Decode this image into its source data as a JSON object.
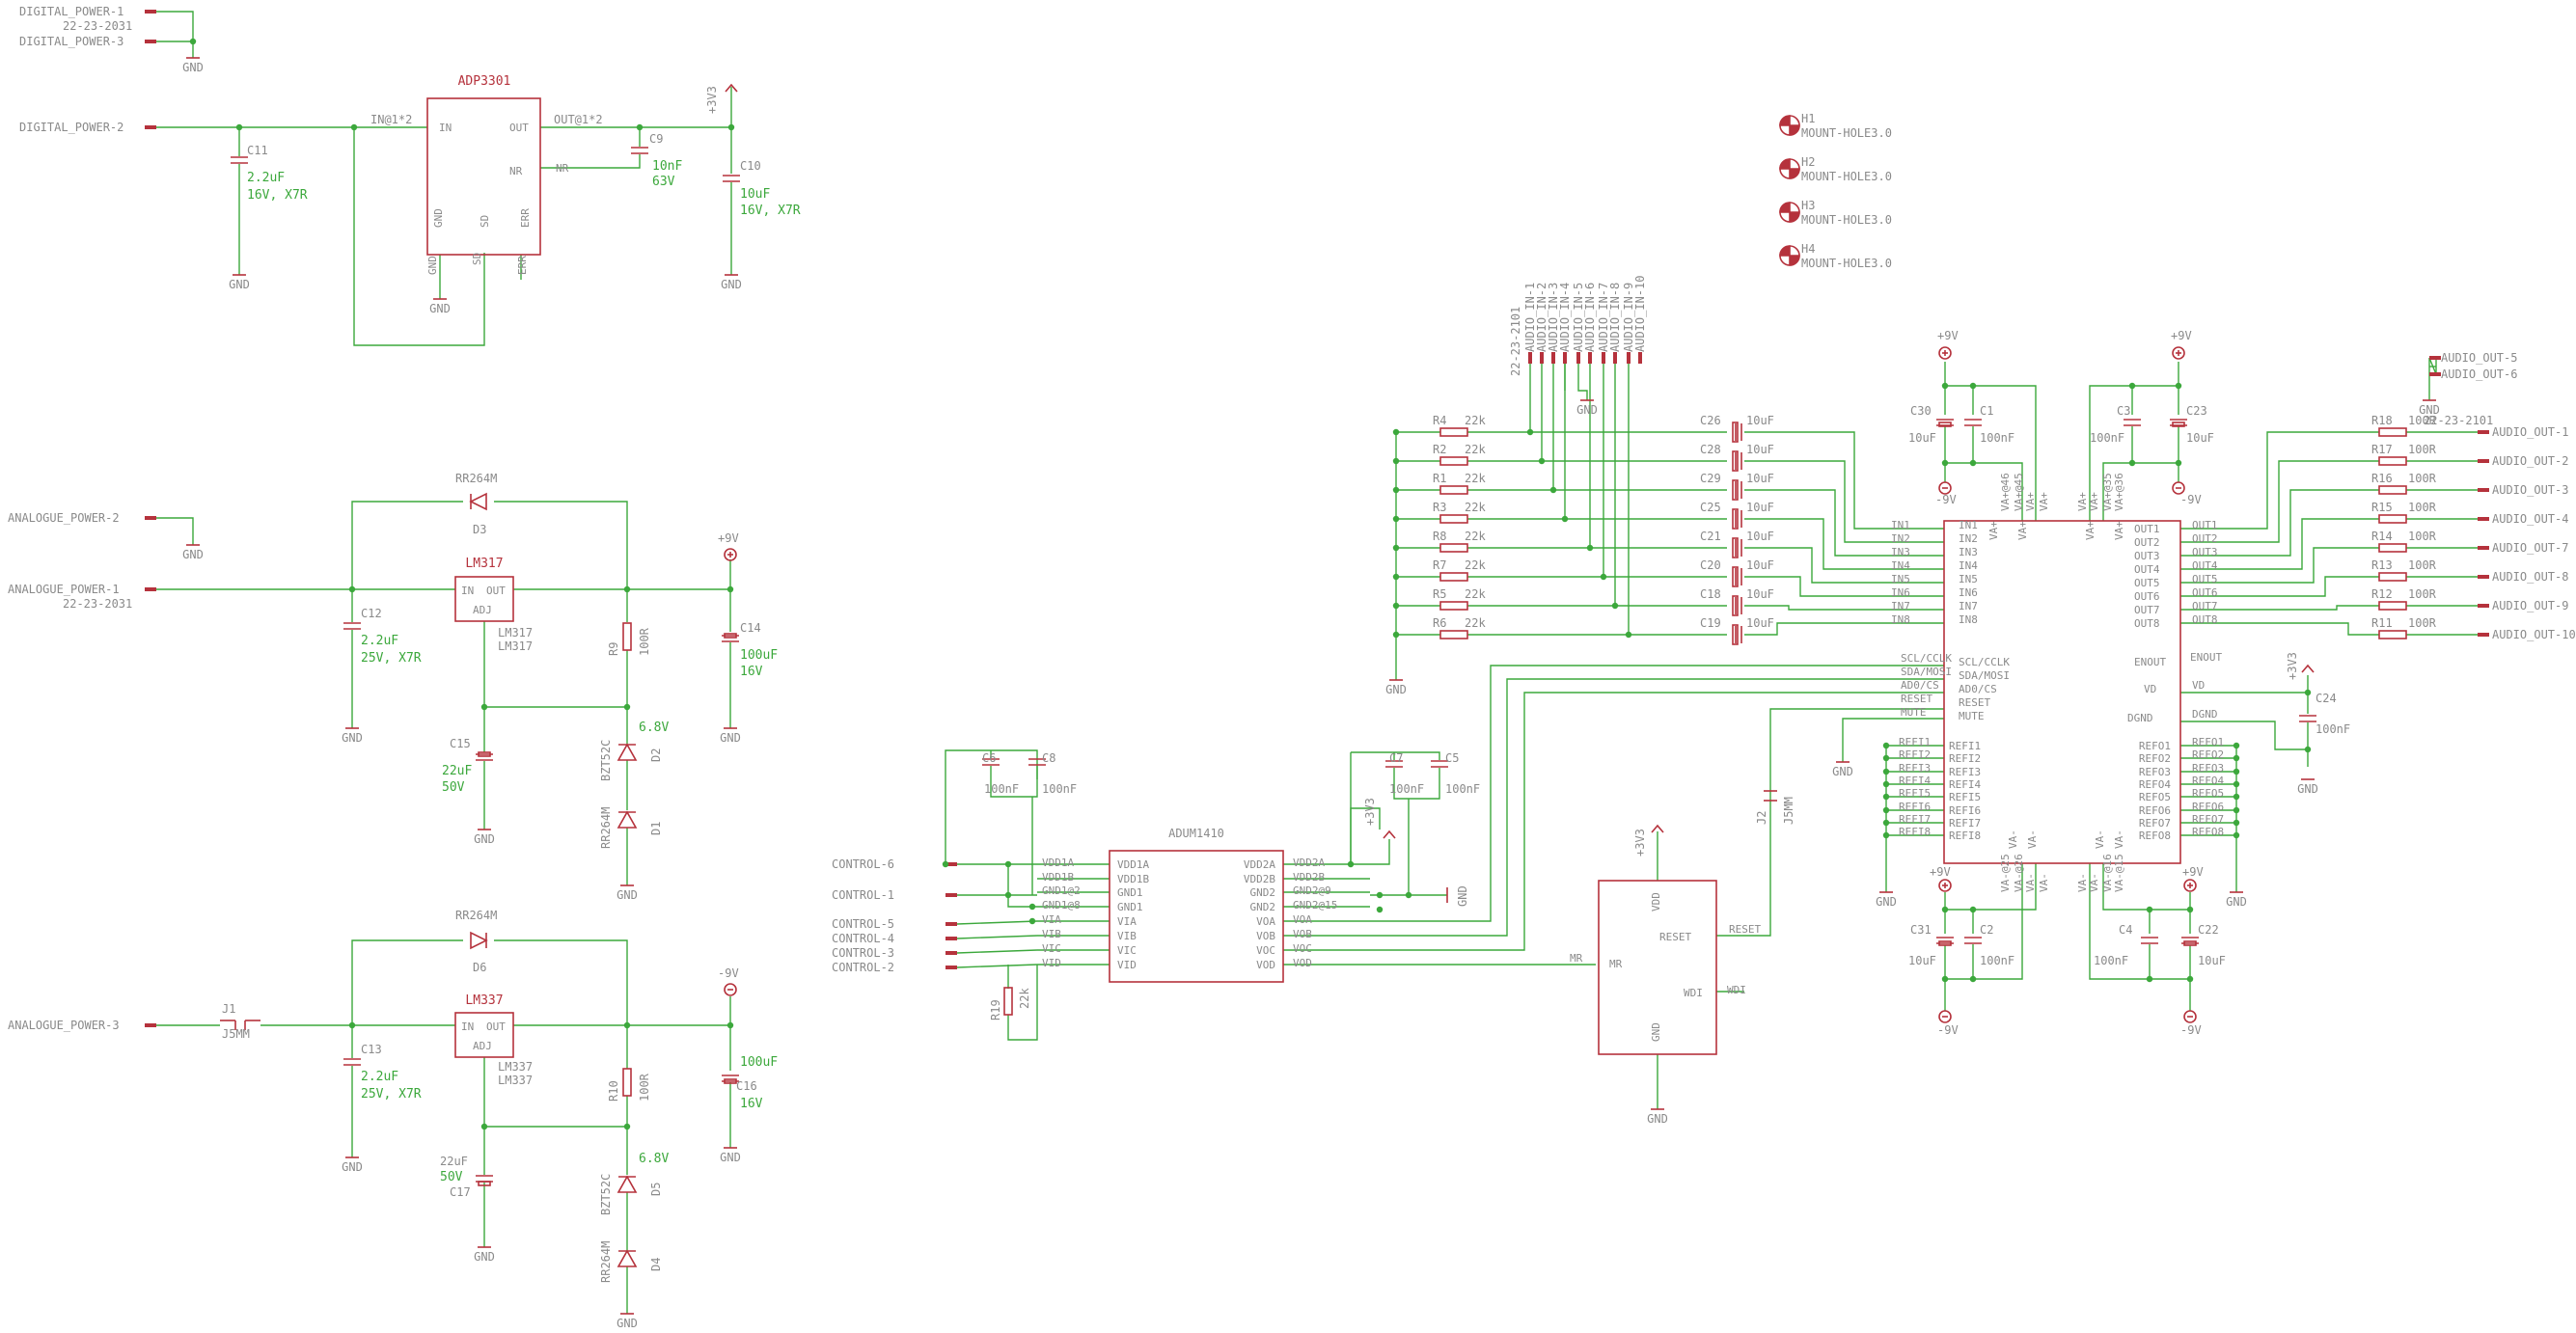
{
  "title": "",
  "top": {
    "dp1": "DIGITAL_POWER-1",
    "dp3": "DIGITAL_POWER-3",
    "dp2": "DIGITAL_POWER-2",
    "conn": "22-23-2031",
    "gnd": "GND"
  },
  "reg": {
    "name": "ADP3301",
    "in_net": "IN@1*2",
    "out_net": "OUT@1*2",
    "pins": [
      "IN",
      "OUT",
      "NR",
      "GND",
      "SD",
      "ERR"
    ],
    "bottom_pins": [
      "GND",
      "SD",
      "ERR"
    ],
    "rail": "+3V3"
  },
  "caps_top": [
    {
      "ref": "C11",
      "val": "2.2uF",
      "rating": "16V, X7R"
    },
    {
      "ref": "C9",
      "val": "10nF",
      "rating": "63V"
    },
    {
      "ref": "C10",
      "val": "10uF",
      "rating": "16V, X7R"
    }
  ],
  "analog": {
    "ap2": "ANALOGUE_POWER-2",
    "ap1": "ANALOGUE_POWER-1",
    "ap3": "ANALOGUE_POWER-3",
    "conn": "22-23-2031",
    "pos_rail": "+9V",
    "neg_rail": "-9V",
    "diode": "RR264M",
    "zener": "BZT52C",
    "zener_v": "6.8V",
    "lm317": "LM317",
    "lm337": "LM337",
    "reg_pins": [
      "IN",
      "OUT",
      "ADJ"
    ],
    "parts": {
      "d3": "D3",
      "d2": "D2",
      "d1": "D1",
      "d6": "D6",
      "d5": "D5",
      "d4": "D4",
      "r9": "R9",
      "r10": "R10",
      "r_val": "100R",
      "c12": "C12",
      "c13": "C13",
      "c12_val": "2.2uF",
      "c12_rating": "25V, X7R",
      "c14": "C14",
      "c16": "C16",
      "c14_val": "100uF",
      "c14_rating": "16V",
      "c15": "C15",
      "c17": "C17",
      "c15_val": "22uF",
      "c15_rating": "50V",
      "j1": "J1",
      "j1_val": "J5MM"
    }
  },
  "iso": {
    "name": "ADUM1410",
    "left_pins": [
      "VDD1A",
      "VDD1B",
      "GND1",
      "GND1",
      "VIA",
      "VIB",
      "VIC",
      "VID"
    ],
    "right_pins": [
      "VDD2A",
      "VDD2B",
      "GND2",
      "GND2",
      "VOA",
      "VOB",
      "VOC",
      "VOD"
    ],
    "left_nets": [
      "VDD1A",
      "VDD1B",
      "GND1@2",
      "GND1@8",
      "VIA",
      "VIB",
      "VIC",
      "VID"
    ],
    "right_nets": [
      "VDD2A",
      "VDD2B",
      "GND2@9",
      "GND2@15",
      "VOA",
      "VOB",
      "VOC",
      "VOD"
    ],
    "controls": [
      "CONTROL-6",
      "CONTROL-1",
      "CONTROL-5",
      "CONTROL-4",
      "CONTROL-3",
      "CONTROL-2"
    ],
    "c6": "C6",
    "c8": "C8",
    "c7": "C7",
    "c5": "C5",
    "cap_val": "100nF",
    "r19": "R19",
    "r19_val": "22k",
    "rail": "+3V3"
  },
  "wdt": {
    "pins": [
      "VDD",
      "RESET",
      "MR",
      "WDI",
      "GND"
    ],
    "rail": "+3V3",
    "j2": "J2",
    "j2_val": "J5MM"
  },
  "dac": {
    "in_pins": [
      "IN1",
      "IN2",
      "IN3",
      "IN4",
      "IN5",
      "IN6",
      "IN7",
      "IN8"
    ],
    "ctl_pins": [
      "SCL/CCLK",
      "SDA/MOSI",
      "AD0/CS",
      "RESET",
      "MUTE"
    ],
    "ref_pins": [
      "REFI1",
      "REFI2",
      "REFI3",
      "REFI4",
      "REFI5",
      "REFI6",
      "REFI7",
      "REFI8"
    ],
    "out_pins": [
      "OUT1",
      "OUT2",
      "OUT3",
      "OUT4",
      "OUT5",
      "OUT6",
      "OUT7",
      "OUT8"
    ],
    "misc_pins": [
      "ENOUT",
      "VD",
      "DGND"
    ],
    "refo_pins": [
      "REFO1",
      "REFO2",
      "REFO3",
      "REFO4",
      "REFO5",
      "REFO6",
      "REFO7",
      "REFO8"
    ],
    "supply_top": [
      "VA+@46",
      "VA+@45",
      "VA+",
      "VA+",
      "VA+",
      "VA+",
      "VA+@35",
      "VA+@36"
    ],
    "supply_bot": [
      "VA-@25",
      "VA-@26",
      "VA-",
      "VA-",
      "VA-",
      "VA-",
      "VA-@16",
      "VA-@15"
    ],
    "vd_net": "VD",
    "dgnd_net": "DGND",
    "enout_net": "ENOUT"
  },
  "inputs": {
    "conn": "22-23-2101",
    "labels": [
      "AUDIO_IN-1",
      "AUDIO_IN-2",
      "AUDIO_IN-3",
      "AUDIO_IN-4",
      "AUDIO_IN-5",
      "AUDIO_IN-6",
      "AUDIO_IN-7",
      "AUDIO_IN-8",
      "AUDIO_IN-9",
      "AUDIO_IN-10"
    ],
    "resistors": [
      "R4",
      "R2",
      "R1",
      "R3",
      "R8",
      "R7",
      "R5",
      "R6"
    ],
    "res_val": "22k",
    "caps": [
      "C26",
      "C28",
      "C29",
      "C25",
      "C21",
      "C20",
      "C18",
      "C19"
    ],
    "cap_val": "10uF"
  },
  "outputs": {
    "conn": "22-23-2101",
    "labels": [
      "AUDIO_OUT-1",
      "AUDIO_OUT-2",
      "AUDIO_OUT-3",
      "AUDIO_OUT-4",
      "AUDIO_OUT-7",
      "AUDIO_OUT-8",
      "AUDIO_OUT-9",
      "AUDIO_OUT-10"
    ],
    "gnd_labels": [
      "AUDIO_OUT-5",
      "AUDIO_OUT-6"
    ],
    "resistors": [
      "R18",
      "R17",
      "R16",
      "R15",
      "R14",
      "R13",
      "R12",
      "R11"
    ],
    "res_val": "100R"
  },
  "decoup": {
    "c30": "C30",
    "c1": "C1",
    "c3": "C3",
    "c23": "C23",
    "c31": "C31",
    "c2": "C2",
    "c4": "C4",
    "c22": "C22",
    "c24": "C24",
    "v10u": "10uF",
    "v100n": "100nF",
    "pos": "+9V",
    "neg": "-9V"
  },
  "holes": [
    {
      "ref": "H1",
      "val": "MOUNT-HOLE3.0"
    },
    {
      "ref": "H2",
      "val": "MOUNT-HOLE3.0"
    },
    {
      "ref": "H3",
      "val": "MOUNT-HOLE3.0"
    },
    {
      "ref": "H4",
      "val": "MOUNT-HOLE3.0"
    }
  ],
  "colors": {
    "wire": "#3ca83c",
    "symbol": "#b5323c",
    "text": "#8a8a8a",
    "value": "#3ca83c"
  }
}
